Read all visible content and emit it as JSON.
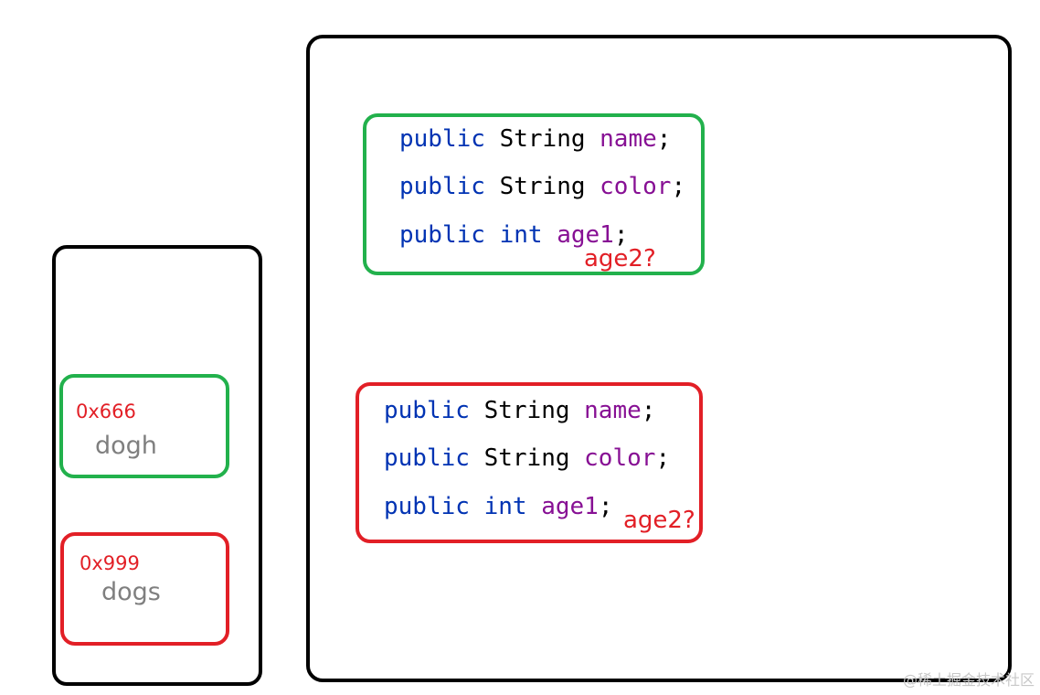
{
  "colors": {
    "frame": "#000000",
    "green": "#22b14c",
    "red": "#e21f26",
    "keyword": "#0033b3",
    "type": "#000000",
    "field": "#871094",
    "note": "#e21f26",
    "address": "#e21f26",
    "varname": "#7f7f7f",
    "watermark": "#c8c8c8"
  },
  "stack": {
    "refs": [
      {
        "address": "0x666",
        "name": "dogh",
        "border": "green"
      },
      {
        "address": "0x999",
        "name": "dogs",
        "border": "red"
      }
    ]
  },
  "heap": {
    "objects": [
      {
        "border": "green",
        "lines": [
          {
            "keyword": "public",
            "type": "String",
            "field": "name",
            "end": ";"
          },
          {
            "keyword": "public",
            "type": "String",
            "field": "color",
            "end": ";"
          },
          {
            "keyword": "public",
            "type": "int",
            "field": "age1",
            "end": ";"
          }
        ],
        "note": "age2?"
      },
      {
        "border": "red",
        "lines": [
          {
            "keyword": "public",
            "type": "String",
            "field": "name",
            "end": ";"
          },
          {
            "keyword": "public",
            "type": "String",
            "field": "color",
            "end": ";"
          },
          {
            "keyword": "public",
            "type": "int",
            "field": "age1",
            "end": ";"
          }
        ],
        "note": "age2?"
      }
    ]
  },
  "watermark": "@稀土掘金技术社区"
}
